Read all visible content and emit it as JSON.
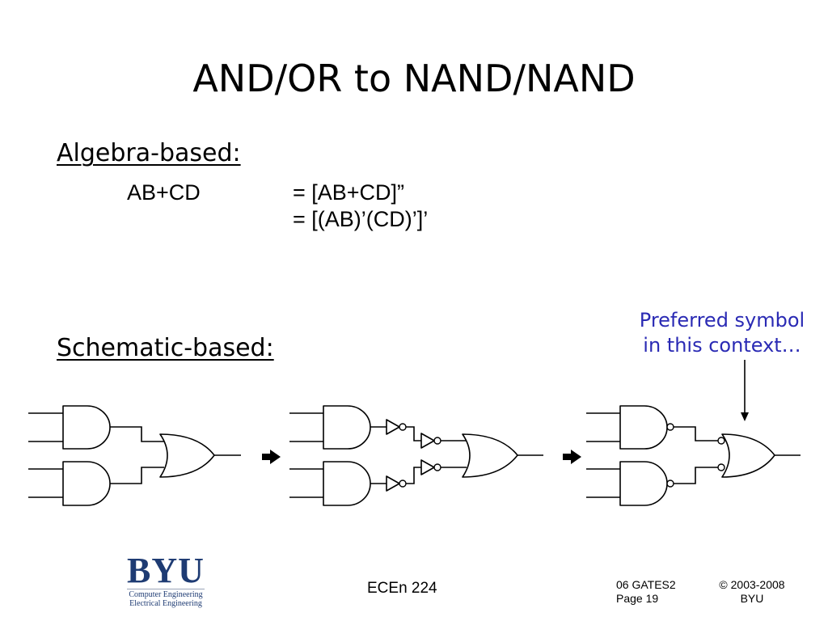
{
  "slide": {
    "title": "AND/OR to NAND/NAND",
    "algebra_heading": "Algebra-based:",
    "algebra": {
      "lhs": "AB+CD",
      "rhs_1": "= [AB+CD]”",
      "rhs_2": "= [(AB)’(CD)’]’"
    },
    "schematic_heading": "Schematic-based:",
    "callout": {
      "line_1": "Preferred symbol",
      "line_2": "in this context…",
      "color": "#2a2ab4"
    }
  },
  "footer": {
    "logo": {
      "name": "BYU",
      "line_1": "Computer Engineering",
      "line_2": "Electrical Engineering",
      "color": "#1e3b73"
    },
    "course": "ECEn 224",
    "lecture": "06 GATES2",
    "page": "Page 19",
    "copyright": "© 2003-2008",
    "institution": "BYU"
  },
  "icons": {
    "step_arrow": "right-arrow-icon",
    "callout_pointer": "down-arrow-icon"
  }
}
